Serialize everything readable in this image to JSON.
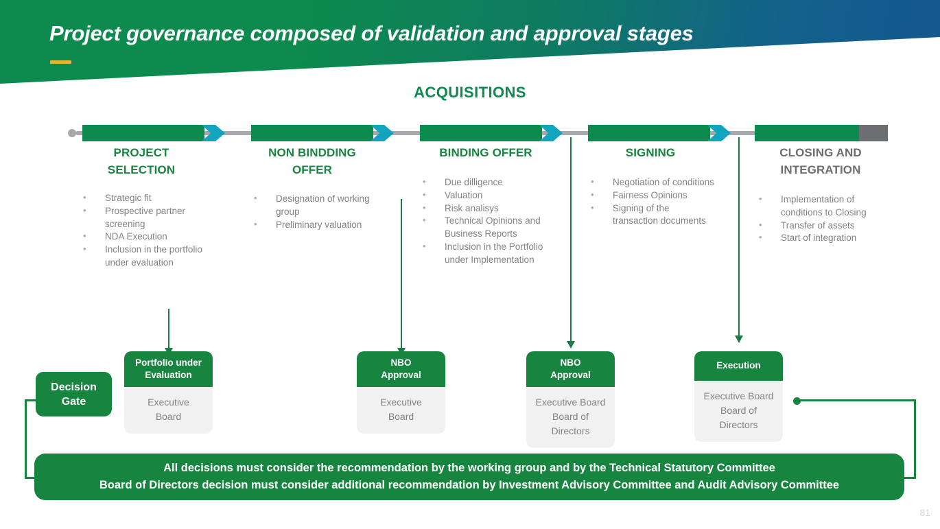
{
  "header": {
    "title": "Project governance composed of validation and approval stages",
    "accent_color": "#e8b62c",
    "band_gradient_from": "#0d8a4d",
    "band_gradient_to": "#14588f"
  },
  "section": {
    "title": "ACQUISITIONS",
    "title_color": "#0d8a4d"
  },
  "timeline": {
    "bar_color": "#0d8a4d",
    "tip_color": "#12a4bd",
    "last_tip_color": "#6d6e71",
    "rail_color": "#a7a9ac"
  },
  "stages": [
    {
      "title": "PROJECT\nSELECTION",
      "title_line1": "PROJECT",
      "title_line2": "SELECTION",
      "color": "#17843f",
      "bullets": [
        "Strategic fit",
        "Prospective partner screening",
        "NDA Execution",
        "Inclusion in the portfolio under evaluation"
      ]
    },
    {
      "title_line1": "NON BINDDING",
      "title_line2": "OFFER",
      "color": "#17843f",
      "bullets": [
        "Designation of working group",
        "Preliminary valuation"
      ]
    },
    {
      "title_line1": "BINDING OFFER",
      "title_line2": "",
      "color": "#17843f",
      "bullets": [
        "Due dilligence",
        "Valuation",
        "Risk analisys",
        "Technical Opinions and Business Reports",
        "Inclusion in the Portfolio under Implementation"
      ]
    },
    {
      "title_line1": "SIGNING",
      "title_line2": "",
      "color": "#17843f",
      "bullets": [
        "Negotiation of  conditions",
        "Fairness Opinions",
        "Signing of the transaction documents"
      ]
    },
    {
      "title_line1": "CLOSING AND",
      "title_line2": "INTEGRATION",
      "color": "#6d6e71",
      "bullets": [
        "Implementation of conditions to Closing",
        "Transfer of assets",
        "Start of integration"
      ]
    }
  ],
  "decision_gate": {
    "label_line1": "Decision",
    "label_line2": "Gate",
    "color": "#17843f"
  },
  "gates": [
    {
      "head_line1": "Portfolio under",
      "head_line2": "Evaluation",
      "body": "Executive\nBoard",
      "body_line1": "Executive",
      "body_line2": "Board",
      "body_line3": ""
    },
    {
      "head_line1": "NBO",
      "head_line2": "Approval",
      "body_line1": "Executive",
      "body_line2": "Board",
      "body_line3": ""
    },
    {
      "head_line1": "NBO",
      "head_line2": "Approval",
      "body_line1": "Executive Board",
      "body_line2": "Board of",
      "body_line3": "Directors"
    },
    {
      "head_line1": "Execution",
      "head_line2": "",
      "body_line1": "Executive Board",
      "body_line2": "Board of",
      "body_line3": "Directors"
    }
  ],
  "bottom_banner": {
    "line1": "All decisions must consider the recommendation by the working group and by the Technical Statutory Committee",
    "line2": "Board of Directors decision must consider additional recommendation by Investment Advisory Committee and  Audit Advisory Committee",
    "color": "#17843f"
  },
  "page_number": "81"
}
